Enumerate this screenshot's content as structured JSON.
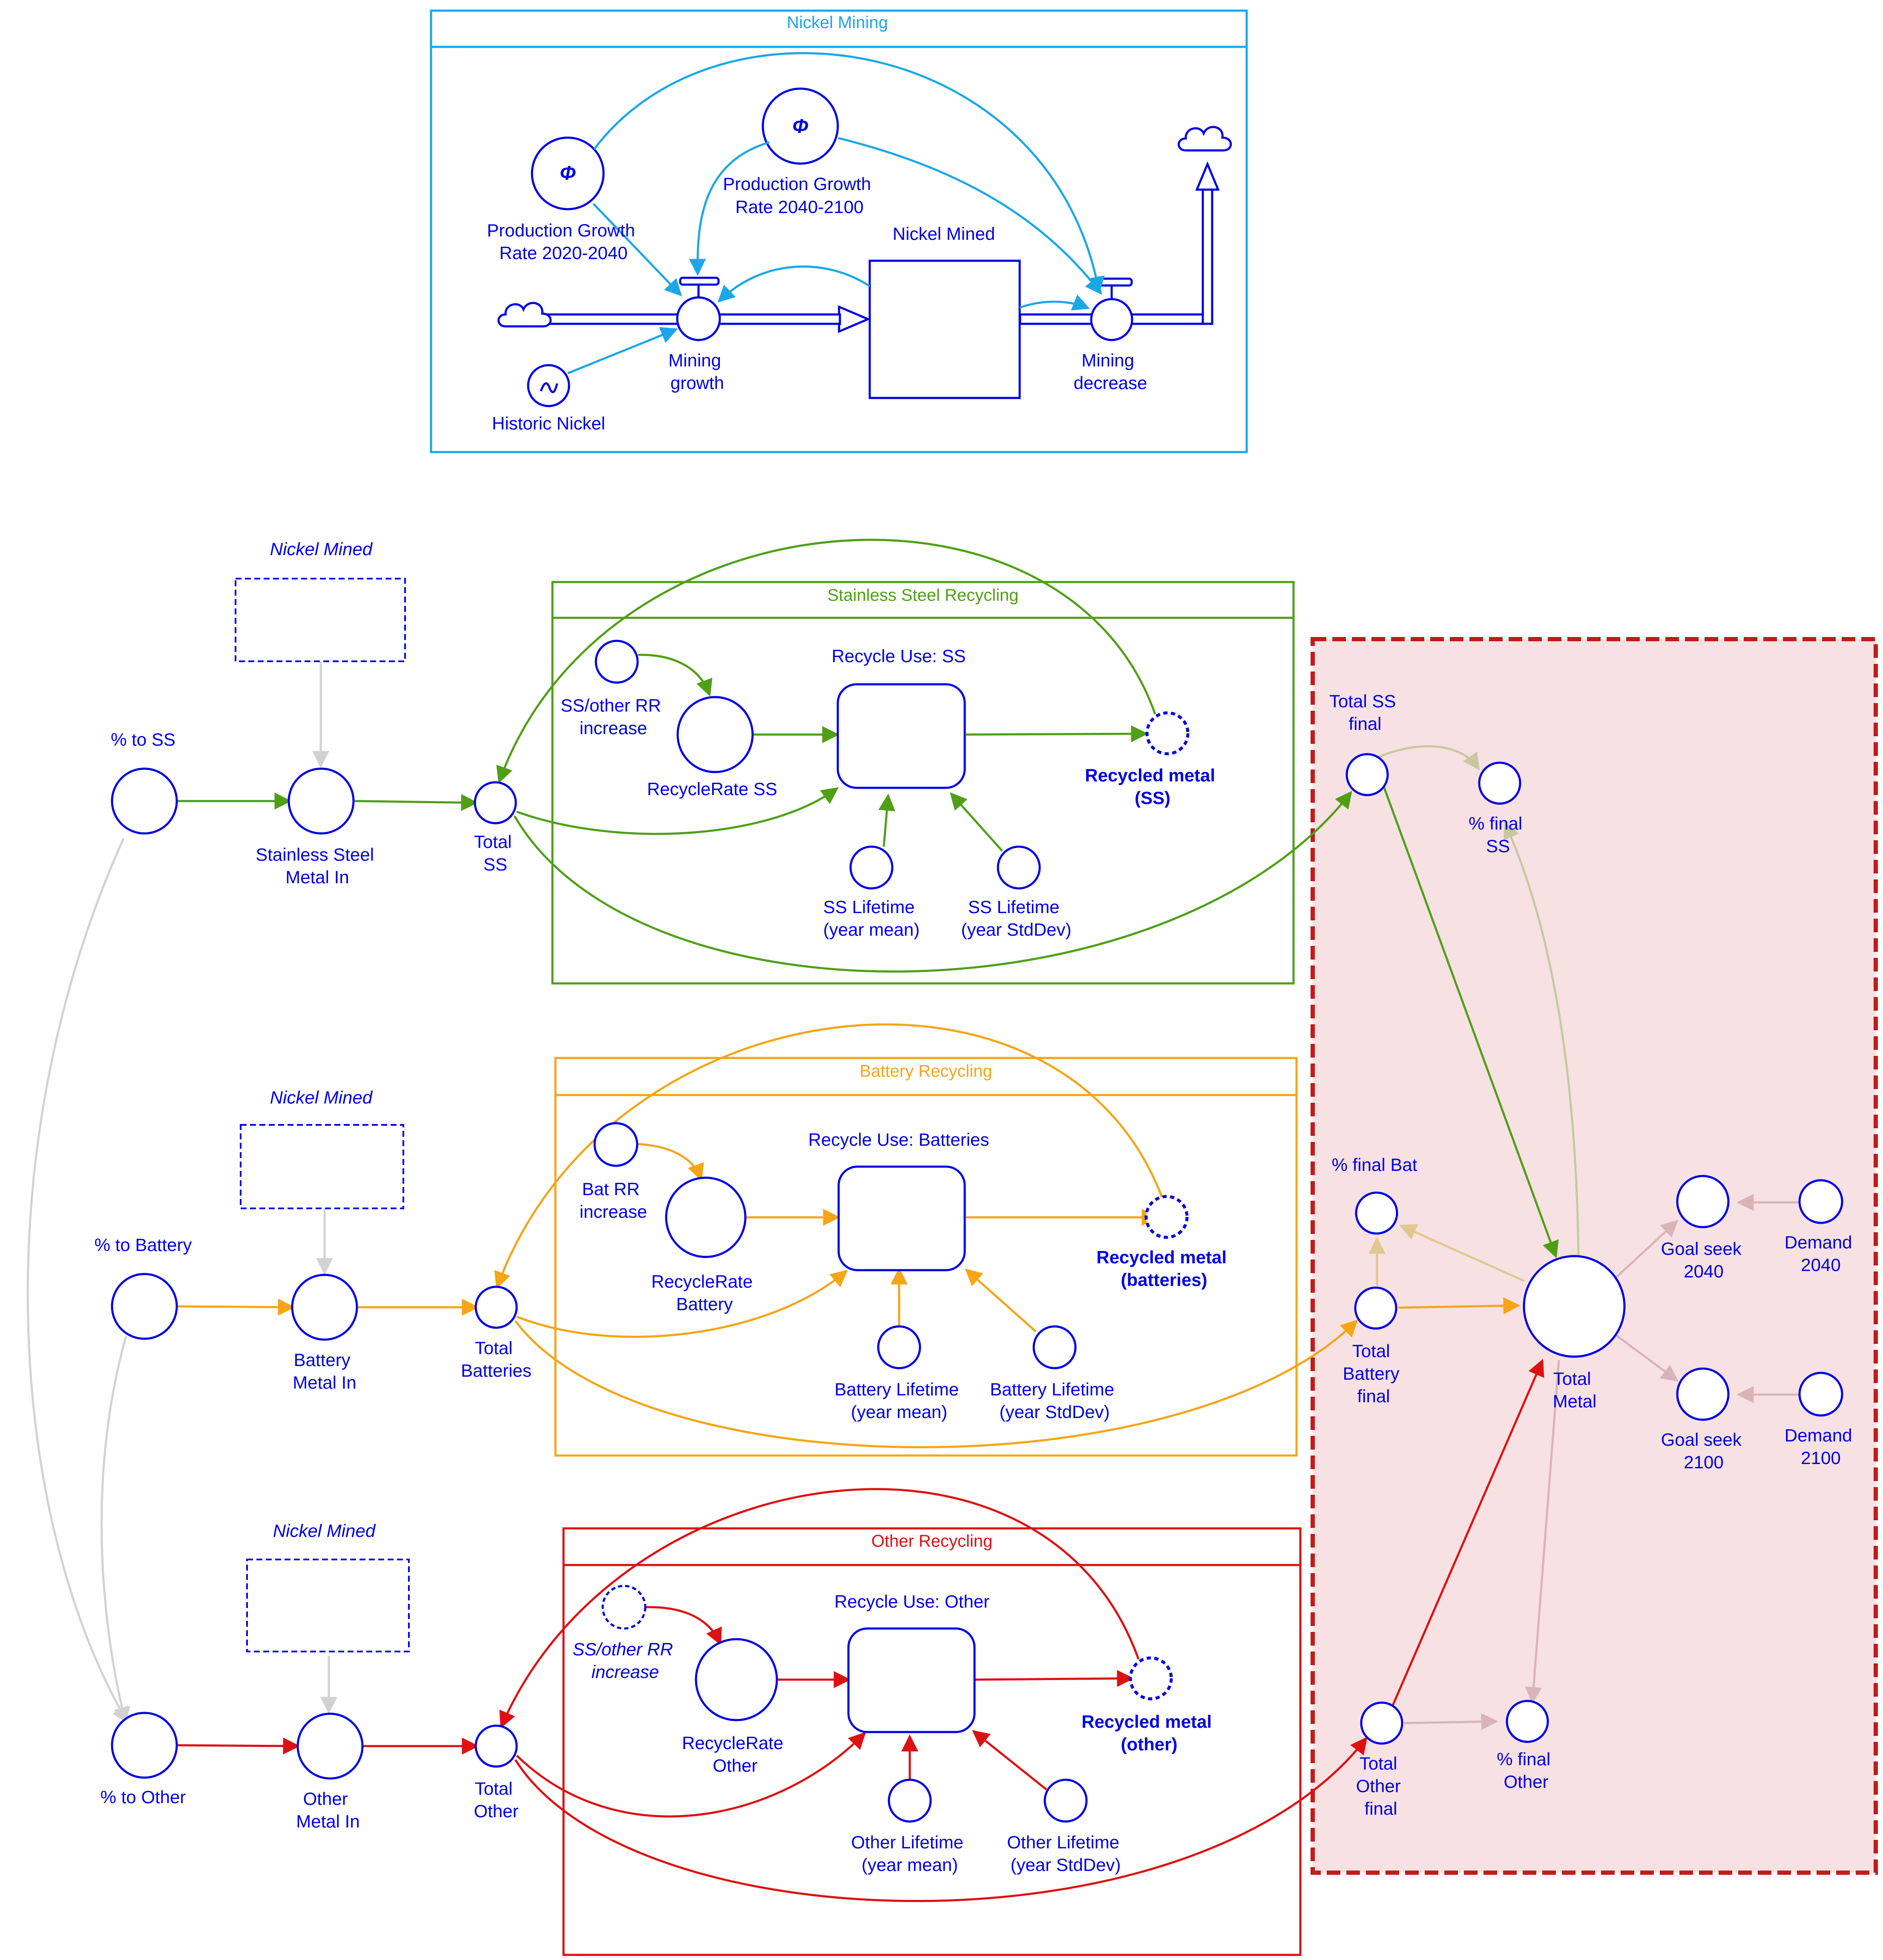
{
  "colors": {
    "node": "#0000e6",
    "mining": "#1aa7e8",
    "ss": "#4f9f17",
    "battery": "#f5a516",
    "other": "#dd1111",
    "grey": "#d2d2d2",
    "totals_bg": "#f7e1e3",
    "totals_border": "#c31a1a",
    "faint_green": "#c8c8a0",
    "faint_gold": "#e0c890",
    "faint_pink": "#d8b4b8"
  },
  "icons": {
    "cloud": "cloud-icon",
    "phi": "phi-icon",
    "sine": "sine-wave-icon",
    "valve": "valve-icon"
  },
  "mining": {
    "title": "Nickel Mining",
    "phi_symbol": "Φ",
    "sine_symbol": "~",
    "growth_2020": [
      "Production Growth",
      "Rate 2020-2040"
    ],
    "growth_2040": [
      "Production Growth",
      "Rate 2040-2100"
    ],
    "mined_stock": "Nickel Mined",
    "mining_growth": [
      "Mining",
      "growth"
    ],
    "mining_decrease": [
      "Mining",
      "decrease"
    ],
    "historic": "Historic Nickel"
  },
  "ss": {
    "group_title": "Stainless Steel Recycling",
    "ghost_label": "Nickel Mined",
    "share": "% to SS",
    "metal_in": [
      "Stainless Steel",
      "Metal In"
    ],
    "total": [
      "Total",
      "SS"
    ],
    "rr_increase": [
      "SS/other RR",
      "increase"
    ],
    "recycle_rate": "RecycleRate SS",
    "stock": "Recycle Use: SS",
    "recycled": [
      "Recycled metal",
      "(SS)"
    ],
    "life_mean": [
      "SS Lifetime",
      "(year mean)"
    ],
    "life_sd": [
      "SS Lifetime",
      "(year StdDev)"
    ]
  },
  "battery": {
    "group_title": "Battery Recycling",
    "ghost_label": "Nickel Mined",
    "share": "% to Battery",
    "metal_in": [
      "Battery",
      "Metal In"
    ],
    "total": [
      "Total",
      "Batteries"
    ],
    "rr_increase": [
      "Bat RR",
      "increase"
    ],
    "recycle_rate": [
      "RecycleRate",
      "Battery"
    ],
    "stock": "Recycle Use: Batteries",
    "recycled": [
      "Recycled metal",
      "(batteries)"
    ],
    "life_mean": [
      "Battery Lifetime",
      "(year mean)"
    ],
    "life_sd": [
      "Battery Lifetime",
      "(year StdDev)"
    ]
  },
  "other": {
    "group_title": "Other Recycling",
    "ghost_label": "Nickel Mined",
    "share": "% to Other",
    "metal_in": [
      "Other",
      "Metal In"
    ],
    "total": [
      "Total",
      "Other"
    ],
    "rr_increase": [
      "SS/other RR",
      "increase"
    ],
    "recycle_rate": [
      "RecycleRate",
      "Other"
    ],
    "stock": "Recycle Use: Other",
    "recycled": [
      "Recycled metal",
      "(other)"
    ],
    "life_mean": [
      "Other Lifetime",
      "(year mean)"
    ],
    "life_sd": [
      "Other Lifetime",
      "(year StdDev)"
    ]
  },
  "totals": {
    "ss_final": [
      "Total SS",
      "final"
    ],
    "pct_ss": [
      "% final",
      "SS"
    ],
    "pct_bat": "% final Bat",
    "bat_final": [
      "Total",
      "Battery",
      "final"
    ],
    "total_metal": [
      "Total",
      "Metal"
    ],
    "other_final": [
      "Total",
      "Other",
      "final"
    ],
    "pct_other": [
      "% final",
      "Other"
    ],
    "goal_2040": [
      "Goal seek",
      "2040"
    ],
    "goal_2100": [
      "Goal seek",
      "2100"
    ],
    "demand_2040": [
      "Demand",
      "2040"
    ],
    "demand_2100": [
      "Demand",
      "2100"
    ]
  }
}
